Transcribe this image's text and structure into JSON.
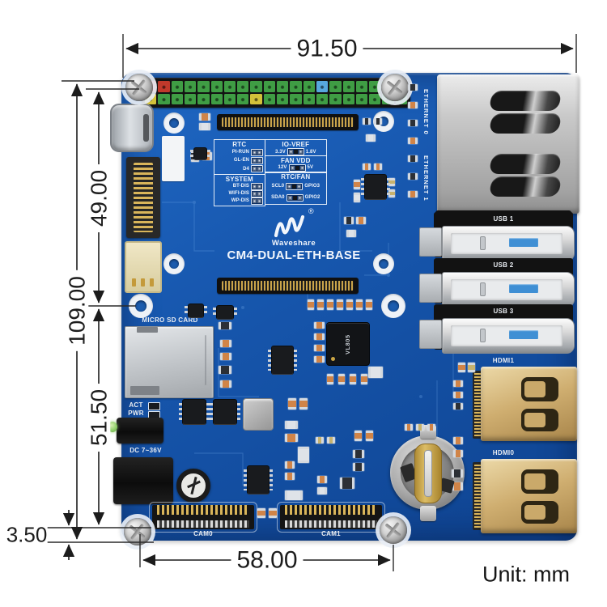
{
  "annotation": {
    "unit": "Unit: mm",
    "dims": {
      "width_total": "91.50",
      "height_total": "109.00",
      "height_upper": "49.00",
      "height_lower": "51.50",
      "edge_offset": "3.50",
      "screw_span": "58.00"
    }
  },
  "board": {
    "brand": "Waveshare",
    "model": "CM4-DUAL-ETH-BASE",
    "reg_mark": "®",
    "chip_label": "VL805",
    "ports": {
      "ethernet0": "ETHERNET 0",
      "ethernet1": "ETHERNET 1",
      "usb1": "USB 1",
      "usb2": "USB 2",
      "usb3": "USB 3",
      "hdmi1": "HDMI1",
      "hdmi0": "HDMI0",
      "micro_sd": "MICRO SD CARD",
      "act_led": "ACT",
      "pwr_led": "PWR",
      "dc_input": "DC 7~36V",
      "cam0": "CAM0",
      "cam1": "CAM1"
    },
    "jumpers": {
      "rtc": {
        "title": "RTC",
        "rows": [
          "PI-RUN",
          "GL-EN",
          "D4"
        ]
      },
      "io_vref": {
        "title": "IO-VREF",
        "left": "3.3V",
        "right": "1.8V"
      },
      "fan_vdd": {
        "title": "FAN VDD",
        "left": "12V",
        "right": "5V"
      },
      "system": {
        "title": "SYSTEM",
        "rows": [
          "BT-DIS",
          "WIFI-DIS",
          "WP-DIS"
        ]
      },
      "rtc_fan": {
        "title": "RTC/FAN",
        "rows": [
          {
            "left": "SCL0",
            "right": "GPIO3"
          },
          {
            "left": "SDA0",
            "right": "GPIO2"
          }
        ]
      }
    },
    "gpio_pin_colors": {
      "top": [
        "red",
        "red",
        "green",
        "green",
        "green",
        "green",
        "green",
        "green",
        "green",
        "green",
        "green",
        "green",
        "green",
        "blue",
        "green",
        "green",
        "green",
        "green",
        "green",
        "green"
      ],
      "bottom": [
        "yellow",
        "green",
        "green",
        "green",
        "green",
        "green",
        "green",
        "green",
        "yellow",
        "green",
        "green",
        "green",
        "green",
        "green",
        "green",
        "green",
        "green",
        "green",
        "green",
        "green"
      ]
    }
  },
  "colors": {
    "pcb_blue": "#1655ab",
    "silkscreen": "#eef2f8",
    "annotation_ink": "#1c1c1c",
    "pin_red": "#c0392b",
    "pin_green": "#3f9d44",
    "pin_yellow": "#d3c13a",
    "pin_blue": "#57a7de",
    "hdmi_gold": "#c9a96a",
    "usb_tongue_blue": "#3f8fd4",
    "led_green": "#8fd06a"
  }
}
